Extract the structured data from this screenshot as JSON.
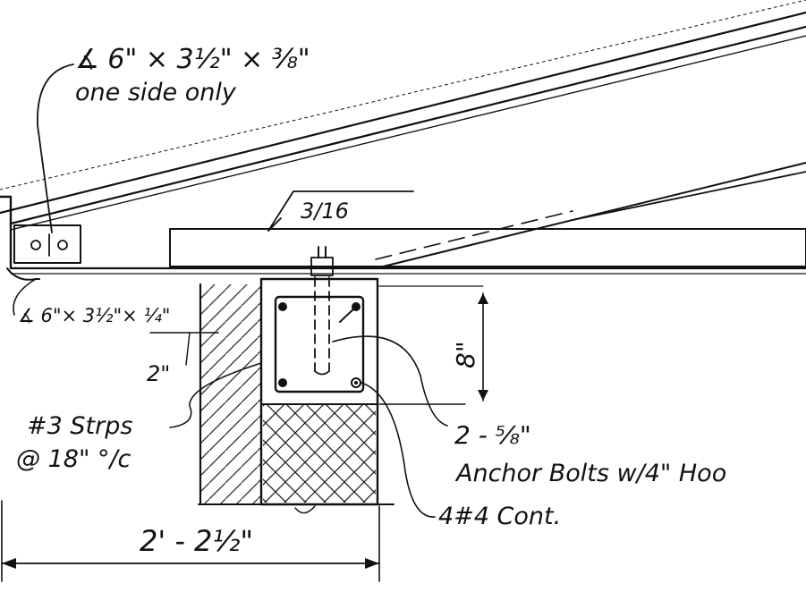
{
  "labels": {
    "top_angle": "∡ 6\" × 3½\" × ⅜\"",
    "top_angle_note": "one side only",
    "weld": "3/16",
    "bottom_angle": "∡ 6\"× 3½\"× ¼\"",
    "gap": "2\"",
    "stirrups_line1": "#3 Strps",
    "stirrups_line2": "@ 18\" °/c",
    "bolts_line1": "2 - ⅝\"",
    "bolts_line2": "Anchor Bolts w/4\" Hoo",
    "rebar": "4#4  Cont.",
    "depth": "8\"",
    "width": "2' - 2½\""
  }
}
